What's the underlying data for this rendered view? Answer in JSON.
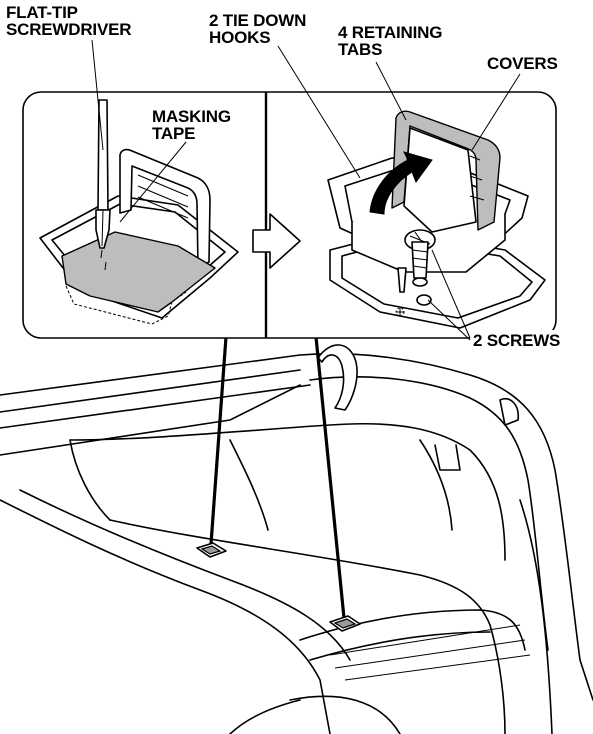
{
  "labels": {
    "screwdriver": "FLAT-TIP\nSCREWDRIVER",
    "masking_tape": "MASKING\nTAPE",
    "tie_down_hooks": "2 TIE DOWN\nHOOKS",
    "retaining_tabs": "4 RETAINING\nTABS",
    "covers": "COVERS",
    "screws": "2 SCREWS"
  }
}
